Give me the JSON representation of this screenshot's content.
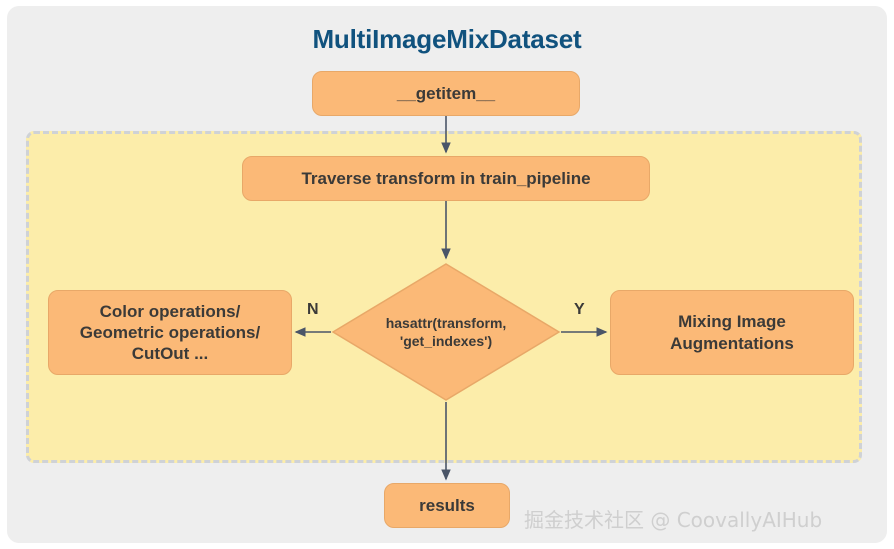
{
  "diagram": {
    "title": "MultiImageMixDataset",
    "title_color": "#10527e",
    "canvas_bg": "#ffffff",
    "panel_bg": "#eeeeee",
    "region_bg": "#fcedaa",
    "region_border_color": "#cfd2d6",
    "node_fill": "#fbb977",
    "node_border": "#e8a868",
    "node_text_color": "#3b3a38",
    "connector_color": "#4a5568"
  },
  "nodes": {
    "getitem": {
      "label": "__getitem__",
      "shape": "rounded-rect"
    },
    "traverse": {
      "label": "Traverse transform in train_pipeline",
      "shape": "rounded-rect"
    },
    "decision": {
      "line1": "hasattr(transform,",
      "line2": "'get_indexes')",
      "shape": "diamond"
    },
    "left_branch": {
      "line1": "Color operations/",
      "line2": "Geometric operations/",
      "line3": "CutOut ...",
      "shape": "rounded-rect"
    },
    "right_branch": {
      "line1": "Mixing Image",
      "line2": "Augmentations",
      "shape": "rounded-rect"
    },
    "results": {
      "label": "results",
      "shape": "rounded-rect"
    }
  },
  "edges": {
    "no_label": "N",
    "yes_label": "Y"
  },
  "watermark": {
    "text": "掘金技术社区 @ CoovallyAIHub"
  }
}
